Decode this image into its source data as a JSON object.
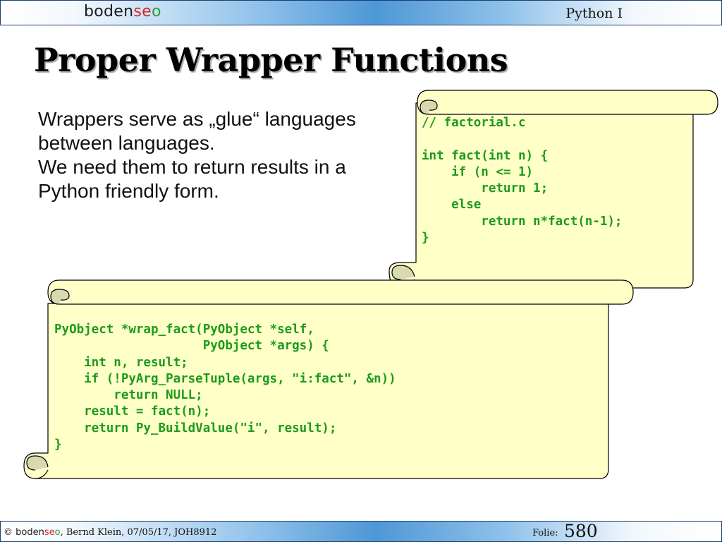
{
  "header": {
    "brand": {
      "part1": "boden",
      "part2": "se",
      "part3": "o"
    },
    "course": "Python I"
  },
  "slide": {
    "title": "Proper Wrapper Functions",
    "intro_lines": [
      "Wrappers serve as „glue“ languages",
      "between languages.",
      "We need them to return results in a",
      "Python friendly form."
    ]
  },
  "code_c": {
    "lines": [
      "// factorial.c",
      "",
      "int fact(int n) {",
      "    if (n <= 1)",
      "        return 1;",
      "    else",
      "        return n*fact(n-1);",
      "}"
    ]
  },
  "code_wrapper": {
    "lines": [
      "PyObject *wrap_fact(PyObject *self,",
      "                    PyObject *args) {",
      "    int n, result;",
      "    if (!PyArg_ParseTuple(args, \"i:fact\", &n))",
      "        return NULL;",
      "    result = fact(n);",
      "    return Py_BuildValue(\"i\", result);",
      "}"
    ]
  },
  "footer": {
    "copyright_symbol": "©",
    "brand": {
      "part1": "boden",
      "part2": "se",
      "part3": "o"
    },
    "credit": ", Bernd Klein, 07/05/17, JOH8912",
    "folie_label": "Folie:",
    "slide_number": "580"
  },
  "colors": {
    "scroll_fill": "#ffffc8",
    "scroll_curl": "#d9d9b0",
    "code_text": "#1c9b1c",
    "bar_accent": "#4e97d6"
  }
}
